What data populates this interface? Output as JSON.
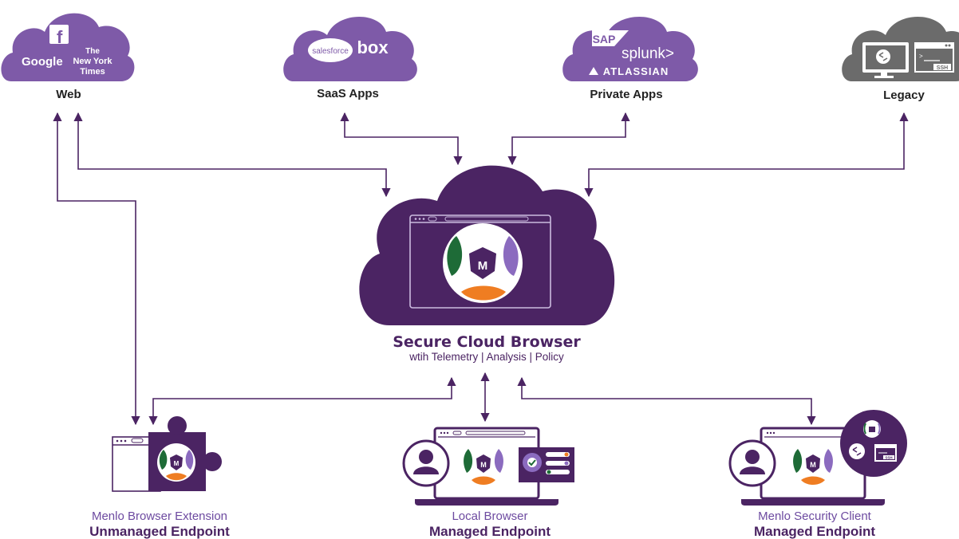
{
  "colors": {
    "purple_main": "#4b2463",
    "purple_light": "#7e5aa8",
    "purple_mid": "#6d4aa0",
    "gray_cloud": "#6b6b6b",
    "green": "#1e6b37",
    "orange": "#ef7d22",
    "violet_lens": "#8b6bbf"
  },
  "clouds": {
    "web": {
      "label": "Web",
      "logos": [
        "f",
        "Google",
        "The",
        "New York",
        "Times"
      ],
      "icons": [
        "facebook-icon",
        "google-logo",
        "nytimes-logo"
      ]
    },
    "saas": {
      "label": "SaaS Apps",
      "logos": [
        "salesforce",
        "box"
      ],
      "icons": [
        "salesforce-logo",
        "box-logo"
      ]
    },
    "private": {
      "label": "Private Apps",
      "logos": [
        "SAP",
        "splunk>",
        "ATLASSIAN"
      ],
      "icons": [
        "sap-logo",
        "splunk-logo",
        "atlassian-logo"
      ]
    },
    "legacy": {
      "label": "Legacy",
      "logos": [
        "SSH"
      ],
      "icons": [
        "remote-desktop-icon",
        "ssh-terminal-icon"
      ]
    }
  },
  "center": {
    "title": "Secure Cloud Browser",
    "subtitle": "wtih Telemetry | Analysis | Policy",
    "logo_letter": "M"
  },
  "endpoints": {
    "extension": {
      "name": "Menlo Browser Extension",
      "type": "Unmanaged Endpoint"
    },
    "local": {
      "name": "Local Browser",
      "type": "Managed Endpoint"
    },
    "client": {
      "name": "Menlo Security Client",
      "type": "Managed Endpoint"
    }
  },
  "badges": {
    "ssh": "SSH"
  }
}
